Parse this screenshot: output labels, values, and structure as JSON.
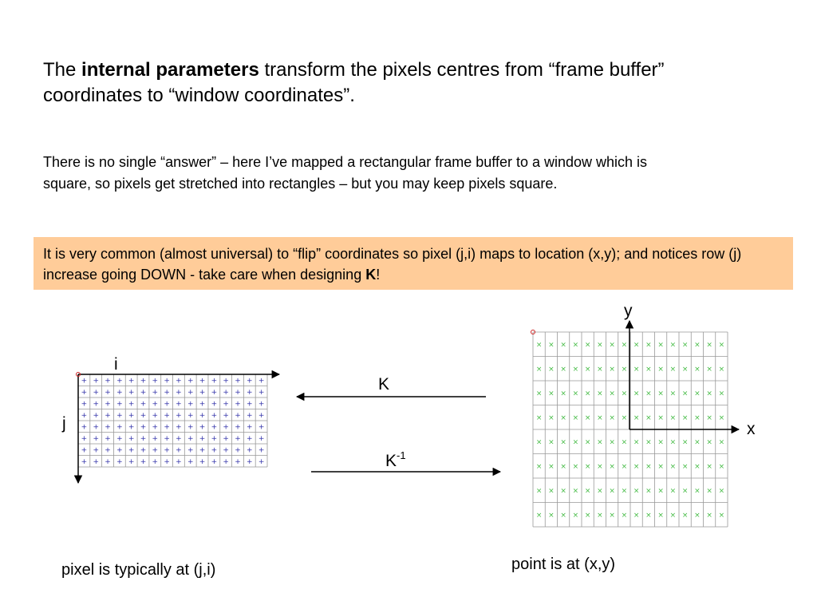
{
  "heading": {
    "pre": "The ",
    "bold": "internal parameters",
    "post": " transform the pixels centres from “frame buffer” coordinates to “window coordinates”."
  },
  "paragraph": "There is no single “answer” – here I’ve mapped a rectangular frame buffer to a window which is square, so pixels get stretched into rectangles – but you may keep pixels square.",
  "note": {
    "text": "It is very common (almost universal) to “flip” coordinates so pixel (j,i) maps to location (x,y); and notices row (j) increase going DOWN - take care when designing ",
    "bold": "K",
    "end": "!"
  },
  "diagram": {
    "frame_buffer": {
      "label_i": "i",
      "label_j": "j",
      "caption": "pixel is typically at (j,i)",
      "columns": 16,
      "rows": 8,
      "marker": "+",
      "marker_color": "#3333aa"
    },
    "window": {
      "label_x": "x",
      "label_y": "y",
      "caption": "point is at (x,y)",
      "columns": 16,
      "rows": 8,
      "marker": "×",
      "marker_color": "#44bb44"
    },
    "arrow_k": {
      "label": "K"
    },
    "arrow_kinv": {
      "label": "K",
      "sup": "-1"
    },
    "origin_marker_color": "#cc2222"
  }
}
